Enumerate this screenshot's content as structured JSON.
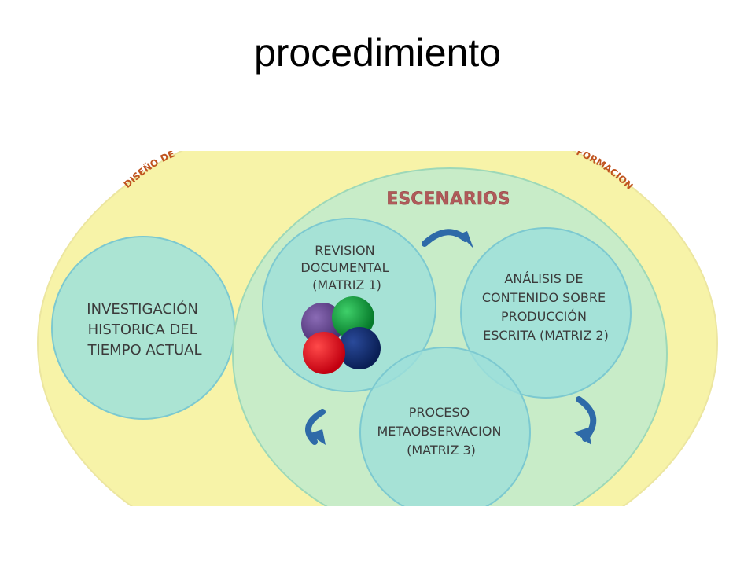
{
  "slide": {
    "title": "procedimiento"
  },
  "diagram": {
    "arc_left_text": "DISEÑO DE",
    "arc_right_text": "FORMACION",
    "scenarios_title": "ESCENARIOS",
    "left_circle": [
      "INVESTIGACIÓN",
      "HISTORICA DEL",
      "TIEMPO ACTUAL"
    ],
    "revision_circle": [
      "REVISION",
      "DOCUMENTAL",
      "(MATRIZ 1)"
    ],
    "analisis_circle": [
      "ANÁLISIS DE",
      "CONTENIDO SOBRE",
      "PRODUCCIÓN",
      "ESCRITA (MATRIZ 2)"
    ],
    "proceso_circle": [
      "PROCESO",
      "METAOBSERVACION",
      "(MATRIZ 3)"
    ],
    "colors": {
      "outer_fill": "#f7f3a8",
      "scenarios_fill": "#c8ecc8",
      "circle_fill": "#9ee0da",
      "circle_stroke": "#7cc9d0",
      "arc_text": "#c0541f",
      "arrow": "#2e6aa8",
      "ball_purple": "#5b3f86",
      "ball_green": "#0b9a3a",
      "ball_red": "#e0001a",
      "ball_navy": "#0d2a6b"
    }
  }
}
